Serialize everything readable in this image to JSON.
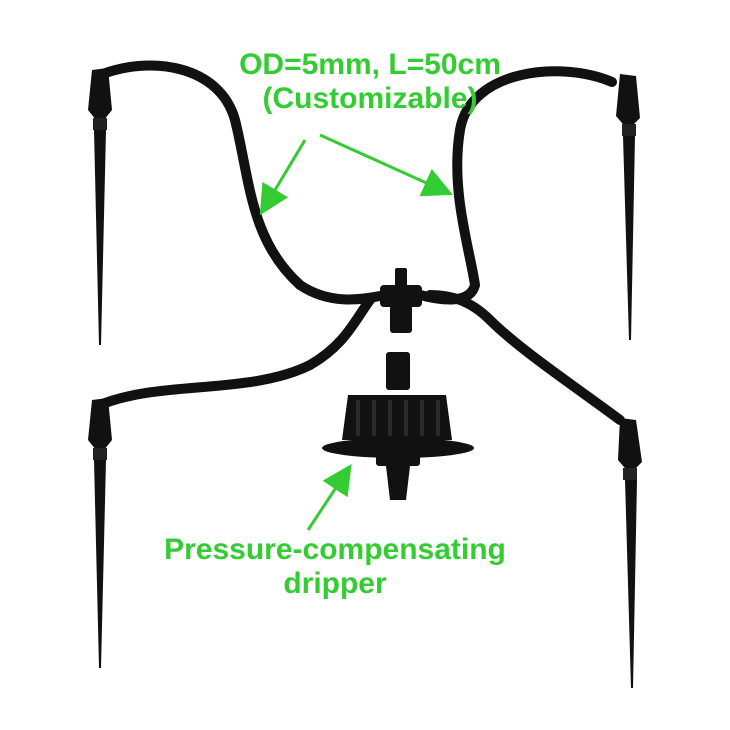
{
  "annotations": {
    "tube": {
      "line1": "OD=5mm, L=50cm",
      "line2": "(Customizable)"
    },
    "dripper": {
      "line1": "Pressure-compensating",
      "line2": "dripper"
    }
  },
  "colors": {
    "annotation_green": "#33cc33",
    "hardware_black": "#111111",
    "background": "#ffffff"
  }
}
